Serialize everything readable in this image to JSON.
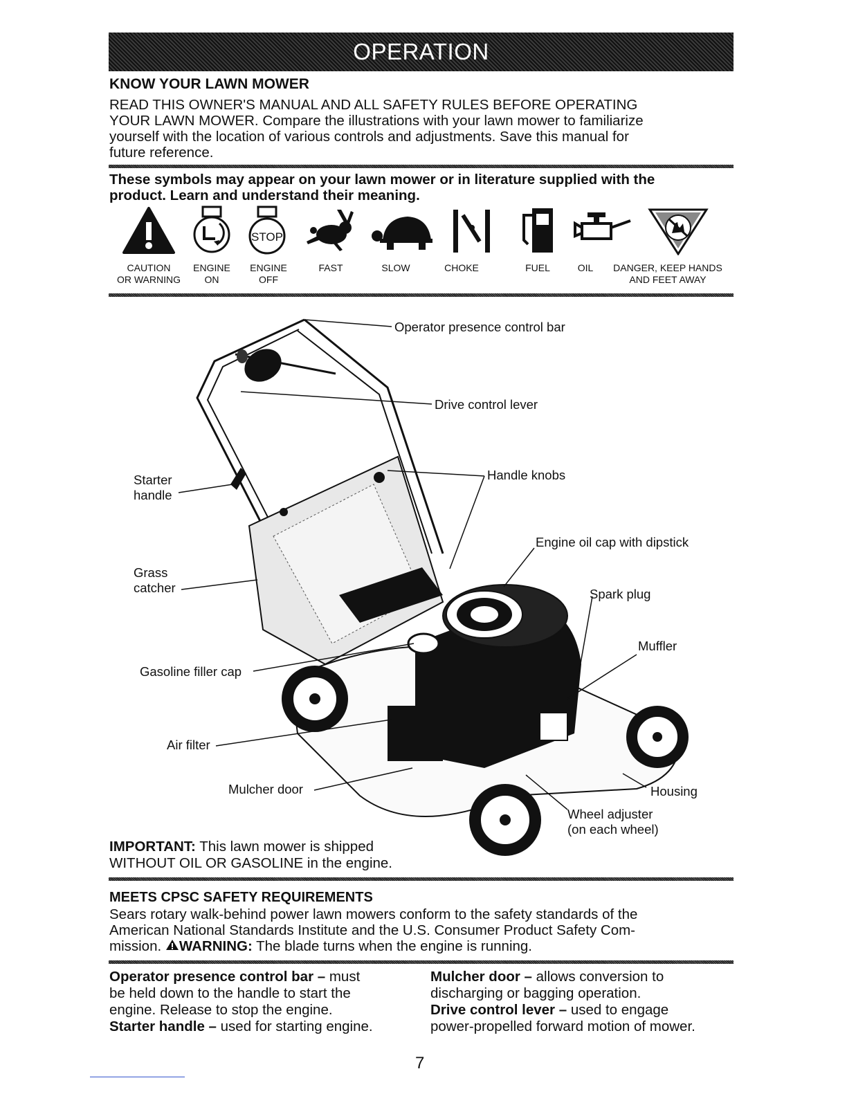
{
  "banner": "OPERATION",
  "know": {
    "heading": "KNOW YOUR LAWN MOWER",
    "lines": [
      "READ THIS OWNER'S MANUAL AND ALL SAFETY RULES BEFORE OPERATING",
      "YOUR LAWN MOWER. Compare the illustrations with your lawn mower to familiarize",
      "yourself with the location of various controls and adjustments. Save this manual for",
      "future reference."
    ]
  },
  "symbols_intro": [
    "These symbols may appear on your lawn mower or in literature supplied with the",
    "product. Learn and understand their meaning."
  ],
  "symbols": [
    {
      "icon": "caution-triangle-icon",
      "label1": "CAUTION",
      "label2": "OR WARNING"
    },
    {
      "icon": "engine-on-icon",
      "label1": "ENGINE",
      "label2": "ON"
    },
    {
      "icon": "engine-off-icon",
      "label1": "ENGINE",
      "label2": "OFF",
      "stop_text": "STOP"
    },
    {
      "icon": "rabbit-icon",
      "label1": "FAST",
      "label2": ""
    },
    {
      "icon": "turtle-icon",
      "label1": "SLOW",
      "label2": ""
    },
    {
      "icon": "choke-icon",
      "label1": "CHOKE",
      "label2": ""
    },
    {
      "icon": "fuel-pump-icon",
      "label1": "FUEL",
      "label2": ""
    },
    {
      "icon": "oil-can-icon",
      "label1": "OIL",
      "label2": ""
    },
    {
      "icon": "keep-hands-away-icon",
      "label1": "DANGER, KEEP HANDS",
      "label2": "AND FEET AWAY"
    }
  ],
  "callouts": {
    "operator_bar": "Operator presence control bar",
    "drive_lever": "Drive control lever",
    "starter_1": "Starter",
    "starter_2": "handle",
    "handle_knobs": "Handle knobs",
    "oil_cap": "Engine oil cap with dipstick",
    "grass_1": "Grass",
    "grass_2": "catcher",
    "spark_plug": "Spark plug",
    "muffler": "Muffler",
    "gas_cap": "Gasoline filler cap",
    "air_filter": "Air filter",
    "mulcher_door": "Mulcher door",
    "housing": "Housing",
    "wheel_adj_1": "Wheel adjuster",
    "wheel_adj_2": "(on each wheel)"
  },
  "important": {
    "label": "IMPORTANT:",
    "line1": " This lawn mower is shipped",
    "line2": "WITHOUT OIL OR GASOLINE in the engine."
  },
  "cpsc": {
    "heading": "MEETS CPSC SAFETY REQUIREMENTS",
    "line1": "Sears rotary walk-behind power lawn mowers conform to the safety standards of the",
    "line2": "American National Standards Institute and the U.S. Consumer Product Safety Com-",
    "line3_a": "mission. ",
    "warning_label": "WARNING:",
    "line3_b": " The blade turns when the engine is running."
  },
  "definitions": {
    "left": [
      {
        "term": "Operator presence control bar –",
        "text": " must"
      },
      {
        "term": "",
        "text": "be held down to the handle to start the"
      },
      {
        "term": "",
        "text": "engine.  Release to stop the engine."
      },
      {
        "term": "Starter handle –",
        "text": " used for starting engine."
      }
    ],
    "right": [
      {
        "term": "Mulcher door –",
        "text": " allows conversion to"
      },
      {
        "term": "",
        "text": "discharging or bagging operation."
      },
      {
        "term": "Drive control lever –",
        "text": " used to engage"
      },
      {
        "term": "",
        "text": "power-propelled forward motion of mower."
      }
    ]
  },
  "page_number": "7"
}
